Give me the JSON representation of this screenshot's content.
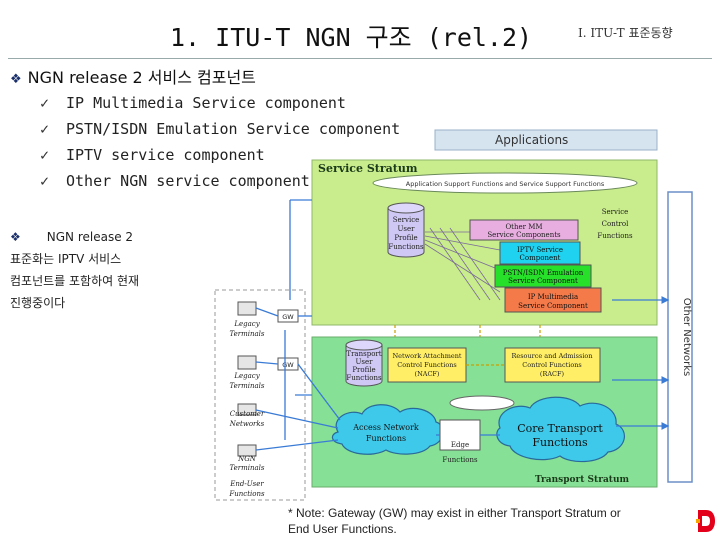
{
  "header": {
    "title": "1. ITU-T NGN 구조 (rel.2)",
    "corner_label": "I. ITU-T 표준동향"
  },
  "section": {
    "heading": "NGN release 2 서비스 컴포넌트",
    "items": [
      "IP Multimedia Service component",
      "PSTN/ISDN Emulation Service component",
      "IPTV service component",
      "Other NGN service component"
    ],
    "note": "NGN release 2 표준화는 IPTV 서비스 컴포넌트를 포함하여 현재 진행중이다"
  },
  "diagram": {
    "applications": "Applications",
    "service_stratum": "Service Stratum",
    "support_functions": "Application Support Functions and Service Support Functions",
    "user_profile": [
      "Service",
      "User",
      "Profile",
      "Functions"
    ],
    "other_mm": [
      "Other MM",
      "Service Components"
    ],
    "iptv_component": [
      "IPTV Service",
      "Component"
    ],
    "pstn_component": [
      "PSTN/ISDN Emulation",
      "Service Component"
    ],
    "ip_mm_component": [
      "IP Multimedia",
      "Service Component"
    ],
    "service_control": [
      "Service",
      "Control",
      "Functions"
    ],
    "other_networks": "Other Networks",
    "transport_profile": [
      "Transport",
      "User",
      "Profile",
      "Functions"
    ],
    "nacf": [
      "Network Attachment",
      "Control Functions",
      "(NACF)"
    ],
    "racf": [
      "Resource and Admission",
      "Control Functions",
      "(RACF)"
    ],
    "access_network": [
      "Access Network",
      "Functions"
    ],
    "edge_functions": [
      "Edge",
      "Functions"
    ],
    "core_transport": [
      "Core Transport",
      "Functions"
    ],
    "transport_stratum": "Transport Stratum",
    "terminals": [
      [
        "Legacy",
        "Terminals"
      ],
      [
        "Legacy",
        "Terminals"
      ],
      [
        "Customer",
        "Networks"
      ],
      [
        "NGN",
        "Terminals"
      ],
      [
        "End-User",
        "Functions"
      ]
    ],
    "gw": "GW",
    "footnote": [
      "* Note: Gateway (GW) may exist in either Transport Stratum or",
      "End User Functions."
    ]
  },
  "colors": {
    "bullet": "#1a2f6b",
    "service_fill": "#c9ec8c",
    "transport_fill": "#86e095",
    "applications_fill": "#d6e4f0",
    "iptv_fill": "#1fd3f0",
    "pstn_fill": "#26e02a",
    "ipmm_fill": "#f47a4a",
    "mm_fill": "#e8aee0",
    "db_fill": "#cfc8f5",
    "cloud_fill": "#3ec9ea"
  }
}
